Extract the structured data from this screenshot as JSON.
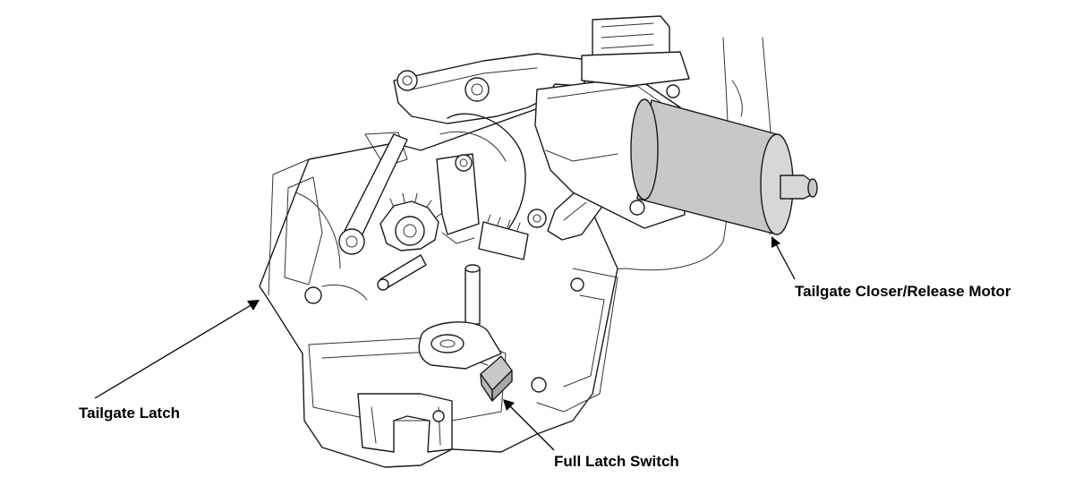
{
  "callouts": {
    "tailgate_latch": "Tailgate Latch",
    "full_latch_switch": "Full Latch Switch",
    "closer_release_motor": "Tailgate Closer/Release Motor"
  },
  "colors": {
    "line": "#1a1a1a",
    "highlight_fill": "#c8c8c8",
    "background": "#ffffff"
  }
}
